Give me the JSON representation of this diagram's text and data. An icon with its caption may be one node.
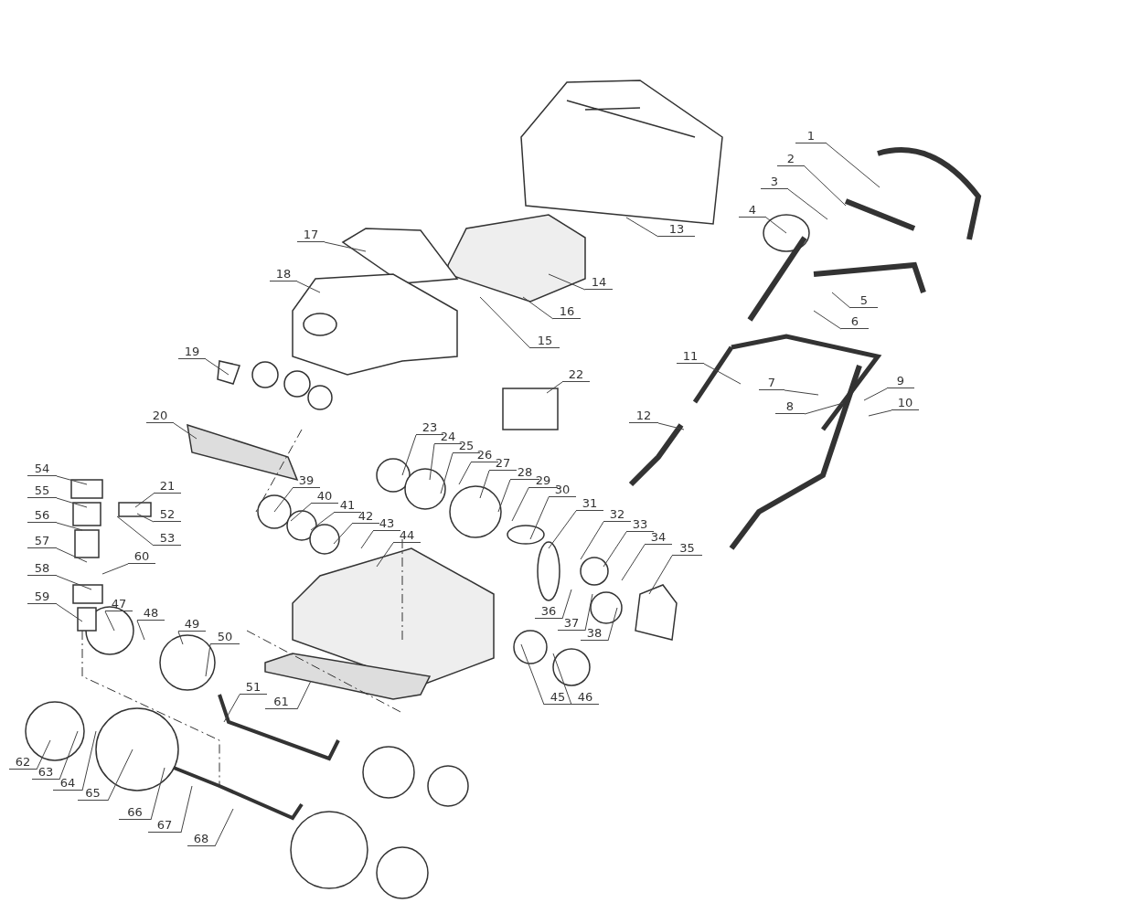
{
  "diagram": {
    "nodes": [
      {
        "text": [
          "1"
        ]
      },
      {
        "text": [
          "2"
        ]
      },
      {
        "text": [
          "3"
        ]
      },
      {
        "text": [
          "4"
        ]
      },
      {
        "text": [
          "5"
        ]
      },
      {
        "text": [
          "6"
        ]
      },
      {
        "text": [
          "7"
        ]
      },
      {
        "text": [
          "8"
        ]
      },
      {
        "text": [
          "9"
        ]
      },
      {
        "text": [
          "10"
        ]
      },
      {
        "text": [
          "11"
        ]
      },
      {
        "text": [
          "12"
        ]
      },
      {
        "text": [
          "13"
        ]
      },
      {
        "text": [
          "14"
        ]
      },
      {
        "text": [
          "15"
        ]
      },
      {
        "text": [
          "16"
        ]
      },
      {
        "text": [
          "17"
        ]
      },
      {
        "text": [
          "18"
        ]
      },
      {
        "text": [
          "19"
        ]
      },
      {
        "text": [
          "20"
        ]
      },
      {
        "text": [
          "21"
        ]
      },
      {
        "text": [
          "22"
        ]
      },
      {
        "text": [
          "23"
        ]
      },
      {
        "text": [
          "24"
        ]
      },
      {
        "text": [
          "25"
        ]
      },
      {
        "text": [
          "26"
        ]
      },
      {
        "text": [
          "27"
        ]
      },
      {
        "text": [
          "28"
        ]
      },
      {
        "text": [
          "29"
        ]
      },
      {
        "text": [
          "30"
        ]
      },
      {
        "text": [
          "31"
        ]
      },
      {
        "text": [
          "32"
        ]
      },
      {
        "text": [
          "33"
        ]
      },
      {
        "text": [
          "34"
        ]
      },
      {
        "text": [
          "35"
        ]
      },
      {
        "text": [
          "36"
        ]
      },
      {
        "text": [
          "37"
        ]
      },
      {
        "text": [
          "38"
        ]
      },
      {
        "text": [
          "39"
        ]
      },
      {
        "text": [
          "40"
        ]
      },
      {
        "text": [
          "41"
        ]
      },
      {
        "text": [
          "42"
        ]
      },
      {
        "text": [
          "43"
        ]
      },
      {
        "text": [
          "44"
        ]
      },
      {
        "text": [
          "45"
        ]
      },
      {
        "text": [
          "46"
        ]
      },
      {
        "text": [
          "47"
        ]
      },
      {
        "text": [
          "48"
        ]
      },
      {
        "text": [
          "49"
        ]
      },
      {
        "text": [
          "50"
        ]
      },
      {
        "text": [
          "51"
        ]
      },
      {
        "text": [
          "52"
        ]
      },
      {
        "text": [
          "53"
        ]
      },
      {
        "text": [
          "54"
        ]
      },
      {
        "text": [
          "55"
        ]
      },
      {
        "text": [
          "56"
        ]
      },
      {
        "text": [
          "57"
        ]
      },
      {
        "text": [
          "58"
        ]
      },
      {
        "text": [
          "59"
        ]
      },
      {
        "text": [
          "60"
        ]
      },
      {
        "text": [
          "61"
        ]
      },
      {
        "text": [
          "62"
        ]
      },
      {
        "text": [
          "63"
        ]
      },
      {
        "text": [
          "64"
        ]
      },
      {
        "text": [
          "65"
        ]
      },
      {
        "text": [
          "66"
        ]
      },
      {
        "text": [
          "67"
        ]
      },
      {
        "text": [
          "68"
        ]
      }
    ],
    "edges": [
      {
        "from": 0,
        "to": null,
        "arrow": "none"
      },
      {
        "from": 1,
        "to": null,
        "arrow": "none"
      },
      {
        "from": 2,
        "to": null,
        "arrow": "none"
      },
      {
        "from": 3,
        "to": null,
        "arrow": "none"
      },
      {
        "from": 4,
        "to": null,
        "arrow": "none"
      },
      {
        "from": 5,
        "to": null,
        "arrow": "none"
      },
      {
        "from": 6,
        "to": null,
        "arrow": "none"
      },
      {
        "from": 7,
        "to": null,
        "arrow": "none"
      },
      {
        "from": 8,
        "to": null,
        "arrow": "none"
      },
      {
        "from": 9,
        "to": null,
        "arrow": "none"
      },
      {
        "from": 10,
        "to": null,
        "arrow": "none"
      },
      {
        "from": 11,
        "to": null,
        "arrow": "none"
      },
      {
        "from": 12,
        "to": null,
        "arrow": "none"
      },
      {
        "from": 13,
        "to": null,
        "arrow": "none"
      },
      {
        "from": 14,
        "to": null,
        "arrow": "none"
      },
      {
        "from": 15,
        "to": null,
        "arrow": "none"
      },
      {
        "from": 16,
        "to": null,
        "arrow": "none"
      },
      {
        "from": 17,
        "to": null,
        "arrow": "none"
      },
      {
        "from": 18,
        "to": null,
        "arrow": "none"
      },
      {
        "from": 19,
        "to": null,
        "arrow": "none"
      },
      {
        "from": 20,
        "to": null,
        "arrow": "none"
      },
      {
        "from": 21,
        "to": null,
        "arrow": "none"
      },
      {
        "from": 22,
        "to": null,
        "arrow": "none"
      },
      {
        "from": 23,
        "to": null,
        "arrow": "none"
      },
      {
        "from": 24,
        "to": null,
        "arrow": "none"
      },
      {
        "from": 25,
        "to": null,
        "arrow": "none"
      },
      {
        "from": 26,
        "to": null,
        "arrow": "none"
      },
      {
        "from": 27,
        "to": null,
        "arrow": "none"
      },
      {
        "from": 28,
        "to": null,
        "arrow": "none"
      },
      {
        "from": 29,
        "to": null,
        "arrow": "none"
      },
      {
        "from": 30,
        "to": null,
        "arrow": "none"
      },
      {
        "from": 31,
        "to": null,
        "arrow": "none"
      },
      {
        "from": 32,
        "to": null,
        "arrow": "none"
      },
      {
        "from": 33,
        "to": null,
        "arrow": "none"
      },
      {
        "from": 34,
        "to": null,
        "arrow": "none"
      },
      {
        "from": 35,
        "to": null,
        "arrow": "none"
      },
      {
        "from": 36,
        "to": null,
        "arrow": "none"
      },
      {
        "from": 37,
        "to": null,
        "arrow": "none"
      },
      {
        "from": 38,
        "to": null,
        "arrow": "none"
      },
      {
        "from": 39,
        "to": null,
        "arrow": "none"
      },
      {
        "from": 40,
        "to": null,
        "arrow": "none"
      },
      {
        "from": 41,
        "to": null,
        "arrow": "none"
      },
      {
        "from": 42,
        "to": null,
        "arrow": "none"
      },
      {
        "from": 43,
        "to": null,
        "arrow": "none"
      },
      {
        "from": 44,
        "to": null,
        "arrow": "none"
      },
      {
        "from": 45,
        "to": null,
        "arrow": "none"
      },
      {
        "from": 46,
        "to": null,
        "arrow": "none"
      },
      {
        "from": 47,
        "to": null,
        "arrow": "none"
      },
      {
        "from": 48,
        "to": null,
        "arrow": "none"
      },
      {
        "from": 49,
        "to": null,
        "arrow": "none"
      },
      {
        "from": 50,
        "to": null,
        "arrow": "none"
      },
      {
        "from": 51,
        "to": null,
        "arrow": "none"
      },
      {
        "from": 52,
        "to": null,
        "arrow": "none"
      },
      {
        "from": 53,
        "to": null,
        "arrow": "none"
      },
      {
        "from": 54,
        "to": null,
        "arrow": "none"
      },
      {
        "from": 55,
        "to": null,
        "arrow": "none"
      },
      {
        "from": 56,
        "to": null,
        "arrow": "none"
      },
      {
        "from": 57,
        "to": null,
        "arrow": "none"
      },
      {
        "from": 58,
        "to": null,
        "arrow": "none"
      },
      {
        "from": 59,
        "to": null,
        "arrow": "none"
      },
      {
        "from": 60,
        "to": null,
        "arrow": "none"
      },
      {
        "from": 61,
        "to": null,
        "arrow": "none"
      },
      {
        "from": 62,
        "to": null,
        "arrow": "none"
      },
      {
        "from": 63,
        "to": null,
        "arrow": "none"
      },
      {
        "from": 64,
        "to": null,
        "arrow": "none"
      },
      {
        "from": 65,
        "to": null,
        "arrow": "none"
      },
      {
        "from": 66,
        "to": null,
        "arrow": "none"
      },
      {
        "from": 67,
        "to": null,
        "arrow": "none"
      }
    ]
  }
}
